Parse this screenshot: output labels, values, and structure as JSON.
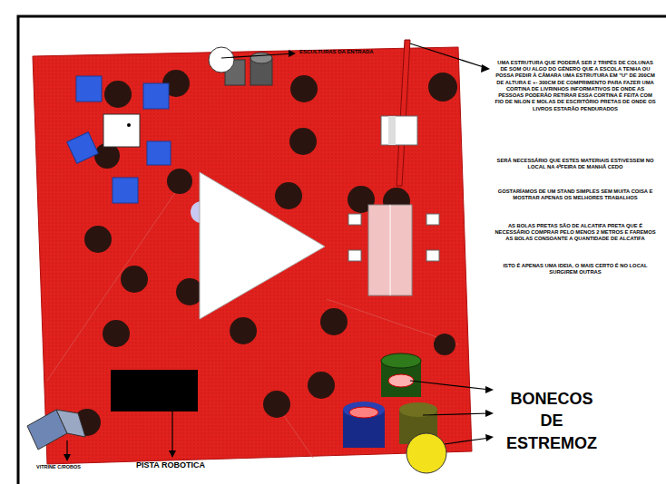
{
  "diagram": {
    "labels": [
      "ESCULTURAS DA ENTRADA",
      "UMA ESTRUTURA QUE PODERÁ SER 2 TRIPÉS DE COLUNAS DE SOM OU ALGO DO GÉNERO QUE A ESCOLA TENHA OU POSSA PEDIR À CÂMARA UMA ESTRUTURA EM \"U\" DE 200CM DE ALTURA E +- 300CM DE COMPRIMENTO PARA FAZER UMA CORTINA DE LIVRINHOS INFORMATIVOS DE ONDE AS PESSOAS PODERÃO RETIRAR ESSA CORTINA É FEITA COM FIO DE NILON E MOLAS DE ESCRITÓRIO PRETAS DE ONDE OS LIVROS ESTARÃO PENDURADOS",
      "SERÁ NECESSÁRIO QUE ESTES MATERIAIS ESTIVESSEM NO LOCAL NA 4ªFEIRA DE MANHÃ CEDO",
      "GOSTARÍAMOS DE UM STAND SIMPLES SEM MUITA COISA E MOSTRAR APENAS OS MELHORES TRABALHOS",
      "AS BOLAS PRETAS SÃO DE ALCATIFA PRETA QUE É NECESSÁRIO COMPRAR PELO MENOS 2 METROS E FAREMOS AS BOLAS CONSOANTE A QUANTIDADE DE ALCATIFA",
      "ISTO É APENAS UMA IDEIA, O MAIS CERTO É NO LOCAL SURGIREM OUTRAS",
      "BONECOS DE ESTREMOZ",
      "PISTA ROBOTICA",
      "VITRINE C/ROBOS"
    ]
  }
}
